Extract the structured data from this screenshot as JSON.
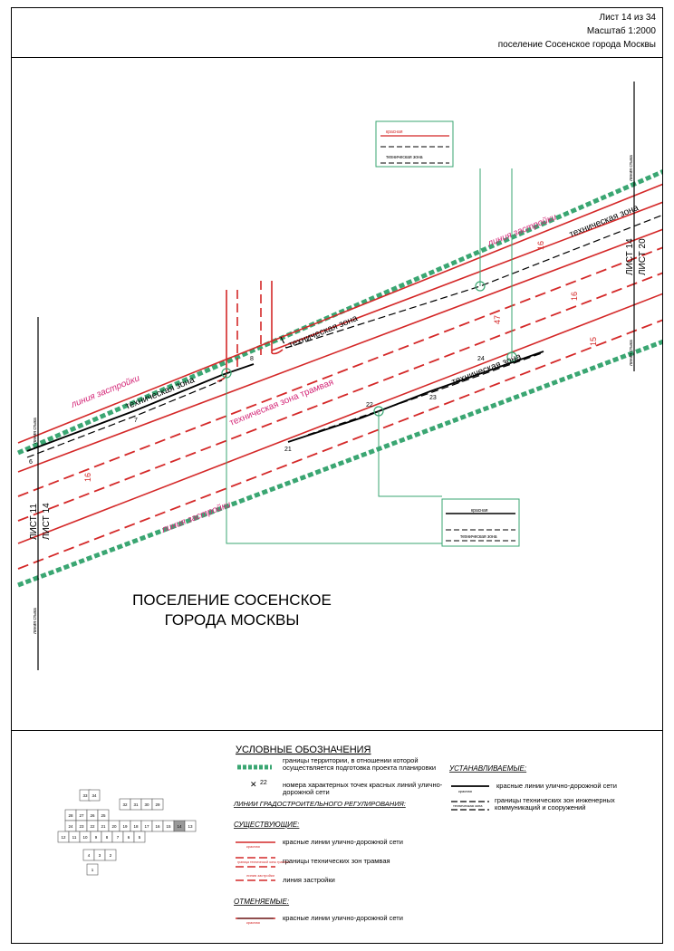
{
  "header": {
    "sheet": "Лист 14 из 34",
    "scale": "Масштаб 1:2000",
    "settlement": "поселение Сосенское города Москвы"
  },
  "map": {
    "area_title_line1": "ПОСЕЛЕНИЕ СОСЕНСКОЕ",
    "area_title_line2": "ГОРОДА МОСКВЫ",
    "build_line_label": "линия застройки",
    "tech_zone_label": "техническая зона",
    "tram_zone_label": "техническая зона трамвая",
    "joint_line_label": "линия стыка",
    "sheet_left_a": "ЛИСТ 11",
    "sheet_left_b": "ЛИСТ 14",
    "sheet_right_a": "ЛИСТ 14",
    "sheet_right_b": "ЛИСТ 20",
    "dim_16": "16",
    "dim_47": "47",
    "dim_15": "15",
    "dim_16b": "16",
    "dim_16c": "16",
    "callout_top_red": "красная",
    "callout_top_zone": "техническая зона",
    "callout_bottom_red": "красная",
    "callout_bottom_zone": "техническая зона",
    "points": [
      "6",
      "7",
      "8",
      "21",
      "22",
      "23",
      "24"
    ]
  },
  "legend": {
    "title": "УСЛОВНЫЕ ОБОЗНАЧЕНИЯ",
    "boundary": "границы территории, в отношении которой осуществляется подготовка проекта планировки",
    "point_num": "22",
    "point_desc": "номера характерных точек красных линий улично-дорожной сети",
    "regulation_header": "ЛИНИИ ГРАДОСТРОИТЕЛЬНОГО РЕГУЛИРОВАНИЯ:",
    "existing_header": "СУЩЕСТВУЮЩИЕ:",
    "existing_red": "красные линии улично-дорожной сети",
    "existing_tram": "границы технических зон трамвая",
    "existing_build": "линия застройки",
    "cancelled_header": "ОТМЕНЯЕМЫЕ:",
    "cancelled_red": "красные линии улично-дорожной сети",
    "established_header": "УСТАНАВЛИВАЕМЫЕ:",
    "established_red": "красные линии улично-дорожной сети",
    "established_tech": "границы технических зон инженерных коммуникаций и сооружений",
    "small_red": "красная",
    "small_zone": "техническая зона",
    "small_tram": "граница технической зоны трамвая",
    "small_build": "линия застройки"
  },
  "index_map": {
    "cells": [
      "33",
      "34",
      "32",
      "31",
      "30",
      "29",
      "28",
      "27",
      "26",
      "25",
      "24",
      "23",
      "22",
      "21",
      "20",
      "19",
      "18",
      "17",
      "16",
      "15",
      "14",
      "13",
      "12",
      "11",
      "10",
      "9",
      "8",
      "7",
      "6",
      "5",
      "4",
      "3",
      "2",
      "1"
    ]
  },
  "colors": {
    "red": "#d42828",
    "green": "#3aa672",
    "black": "#000000"
  }
}
